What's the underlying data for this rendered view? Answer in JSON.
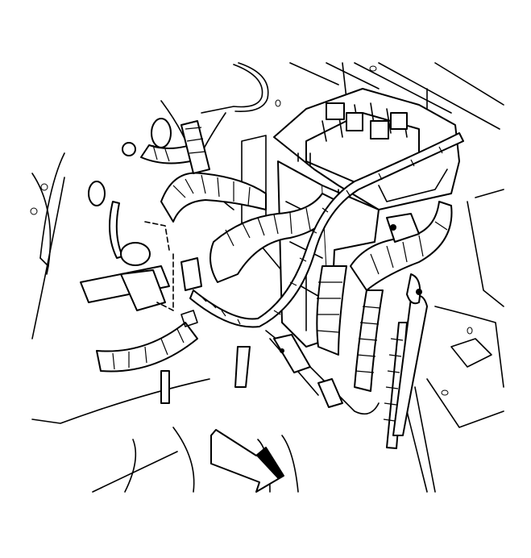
{
  "diagram": {
    "colors": {
      "line": "#000000",
      "background": "#ffffff"
    },
    "components": [
      "fuse-relay-block",
      "wiring-harness",
      "electrical-connector",
      "harness-clip",
      "grommet",
      "direction-arrow"
    ],
    "icons": {
      "arrow": "front-direction-arrow-icon"
    }
  }
}
